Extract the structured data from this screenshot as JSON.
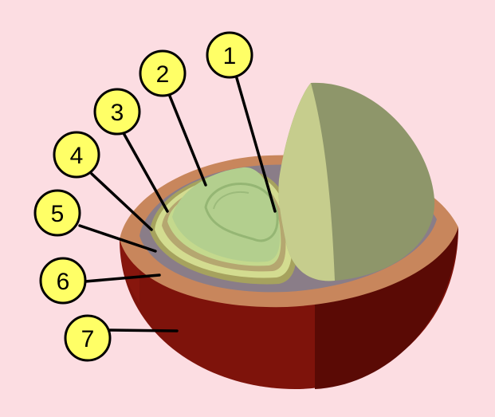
{
  "diagram": {
    "colors": {
      "background": "#fcdde2",
      "callout_fill": "#ffff66",
      "outer_skin": "#7e130b",
      "outer_skin_shadow": "#5a0a05",
      "pulp": "#c8865c",
      "parchment": "#8a7d88",
      "silver_skin": "#c9d48a",
      "bean": "#b3cf8e",
      "bean_half_light": "#c6cd8d",
      "bean_half_dark": "#8e966a"
    },
    "callouts": [
      {
        "id": "callout-1",
        "label": "1"
      },
      {
        "id": "callout-2",
        "label": "2"
      },
      {
        "id": "callout-3",
        "label": "3"
      },
      {
        "id": "callout-4",
        "label": "4"
      },
      {
        "id": "callout-5",
        "label": "5"
      },
      {
        "id": "callout-6",
        "label": "6"
      },
      {
        "id": "callout-7",
        "label": "7"
      }
    ]
  }
}
